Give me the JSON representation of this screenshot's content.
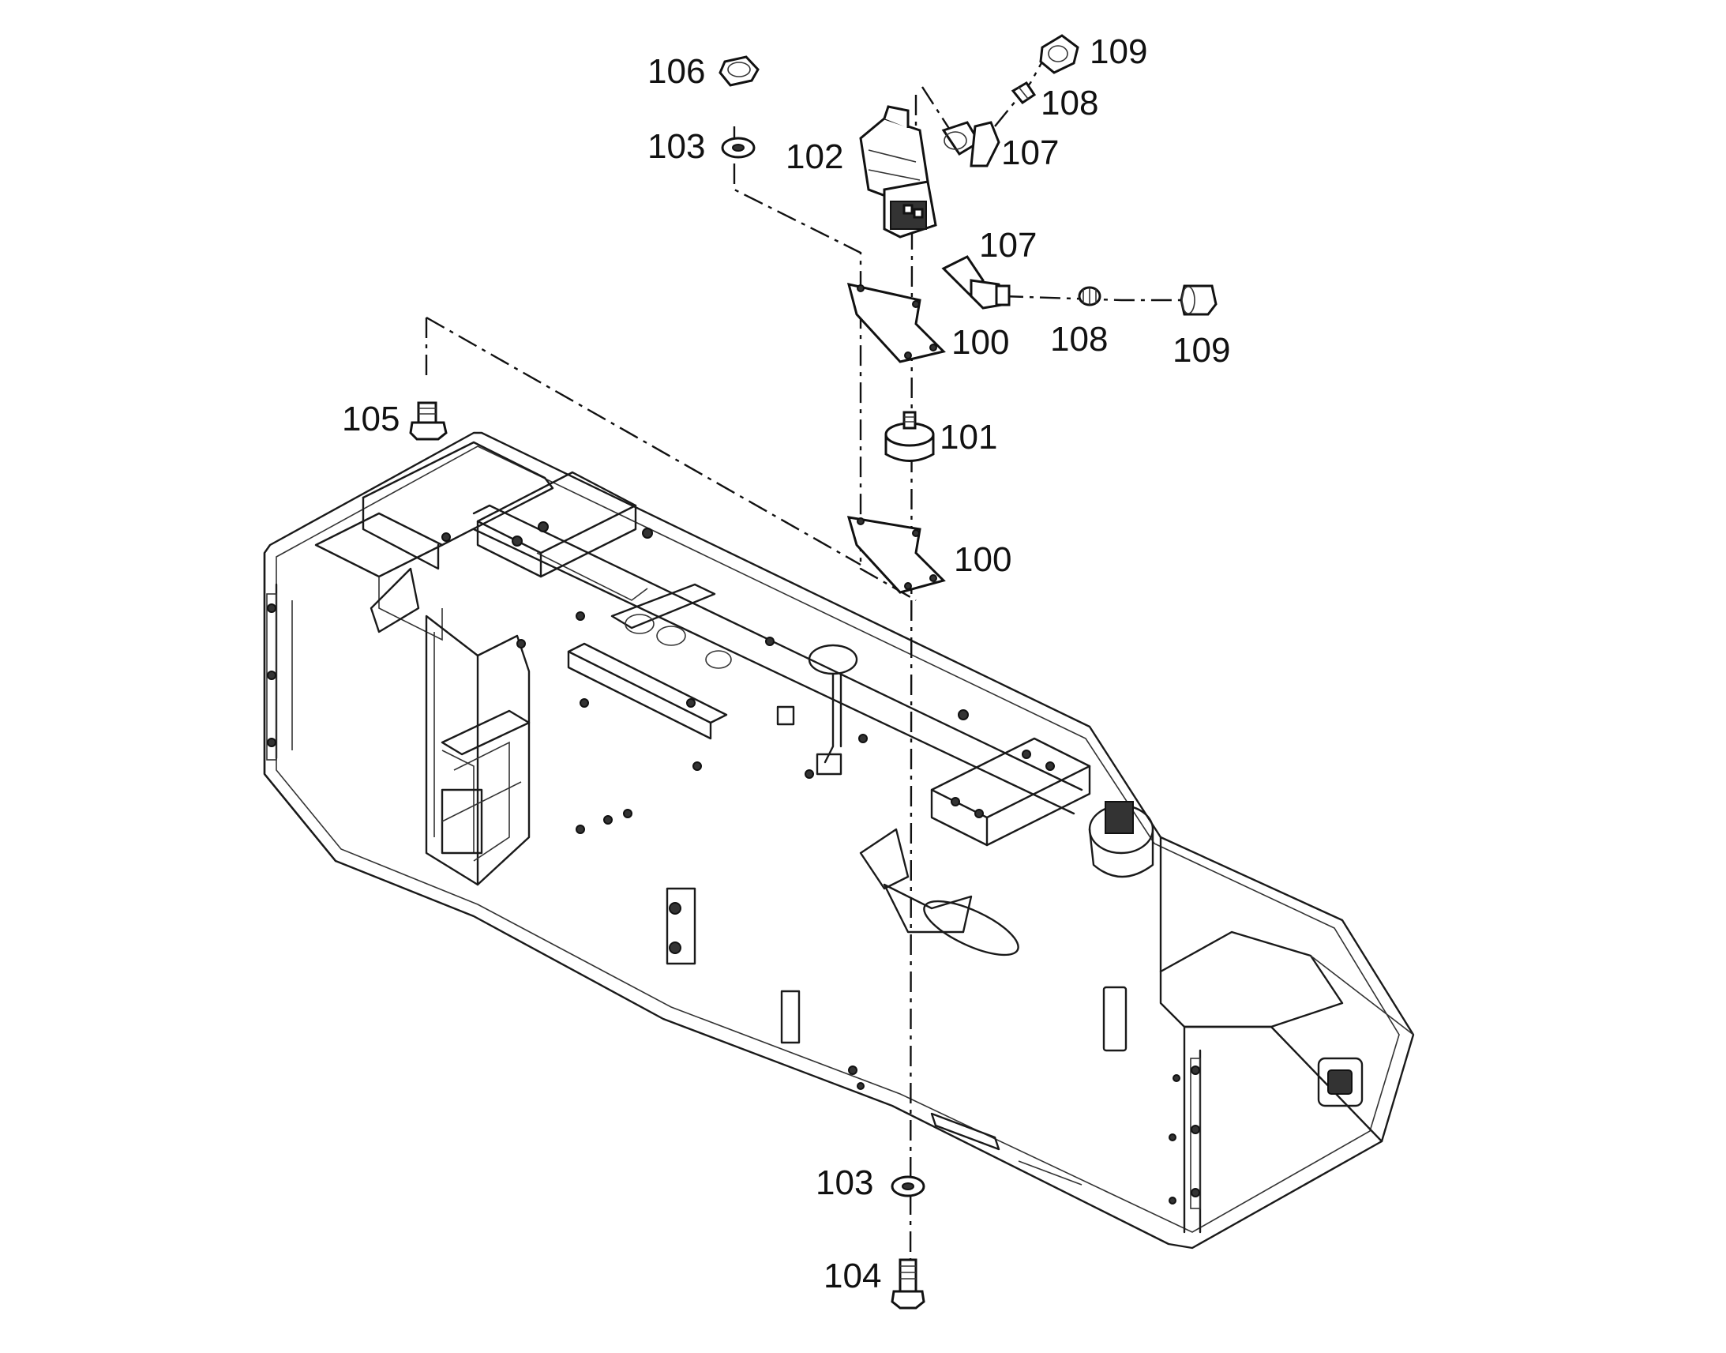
{
  "callouts": {
    "c100a": "100",
    "c100b": "100",
    "c101": "101",
    "c102": "102",
    "c103a": "103",
    "c103b": "103",
    "c104": "104",
    "c105": "105",
    "c106": "106",
    "c107a": "107",
    "c107b": "107",
    "c108a": "108",
    "c108b": "108",
    "c109a": "109",
    "c109b": "109"
  },
  "colors": {
    "line": "#111111",
    "background": "#ffffff"
  }
}
